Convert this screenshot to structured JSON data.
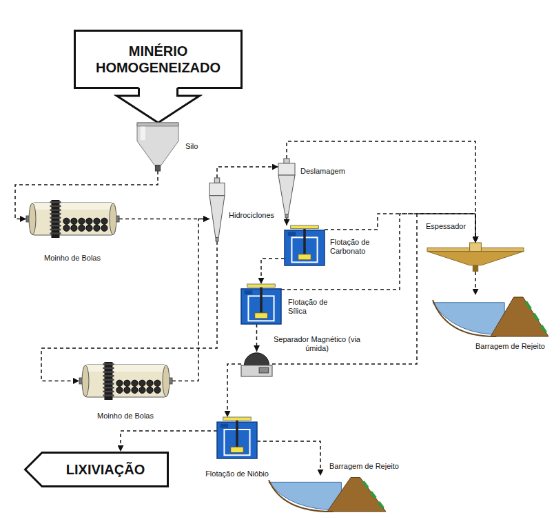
{
  "diagram": {
    "nodes": [
      {
        "text": [
          "MINÉRIO HOMOGENEIZADO"
        ]
      },
      {
        "text": [
          "Silo"
        ]
      },
      {
        "text": [
          "Moinho de Bolas"
        ]
      },
      {
        "text": [
          "Hidrociclones"
        ]
      },
      {
        "text": [
          "Deslamagem"
        ]
      },
      {
        "text": [
          "Espessador"
        ]
      },
      {
        "text": [
          "Flotação de Carbonato"
        ]
      },
      {
        "text": [
          "Barragem de Rejeito"
        ]
      },
      {
        "text": [
          "Flotação de Sílica"
        ]
      },
      {
        "text": [
          "Moinho de Bolas"
        ]
      },
      {
        "text": [
          "Separador Magnético (via úmida)"
        ]
      },
      {
        "text": [
          "Flotação de Nióbio"
        ]
      },
      {
        "text": [
          "LIXIVIAÇÃO"
        ]
      },
      {
        "text": [
          "Barragem de Rejeito"
        ]
      }
    ],
    "edges": [
      {
        "from": 0,
        "to": 1,
        "arrow": "to"
      },
      {
        "from": 1,
        "to": 2,
        "arrow": "to"
      },
      {
        "from": 2,
        "to": 3,
        "arrow": "to"
      },
      {
        "from": 3,
        "to": 4,
        "arrow": "to"
      },
      {
        "from": 3,
        "to": 9,
        "arrow": "to"
      },
      {
        "from": 9,
        "to": 3,
        "arrow": "to"
      },
      {
        "from": 4,
        "to": 5,
        "arrow": "to"
      },
      {
        "from": 4,
        "to": 6,
        "arrow": "to"
      },
      {
        "from": 6,
        "to": 5,
        "arrow": "to"
      },
      {
        "from": 6,
        "to": 8,
        "arrow": "to"
      },
      {
        "from": 8,
        "to": 5,
        "arrow": "to"
      },
      {
        "from": 8,
        "to": 10,
        "arrow": "to"
      },
      {
        "from": 10,
        "to": 5,
        "arrow": "to"
      },
      {
        "from": 10,
        "to": 11,
        "arrow": "to"
      },
      {
        "from": 11,
        "to": 12,
        "arrow": "to"
      },
      {
        "from": 11,
        "to": 13,
        "arrow": "to"
      },
      {
        "from": 5,
        "to": 7,
        "arrow": "to"
      }
    ]
  }
}
